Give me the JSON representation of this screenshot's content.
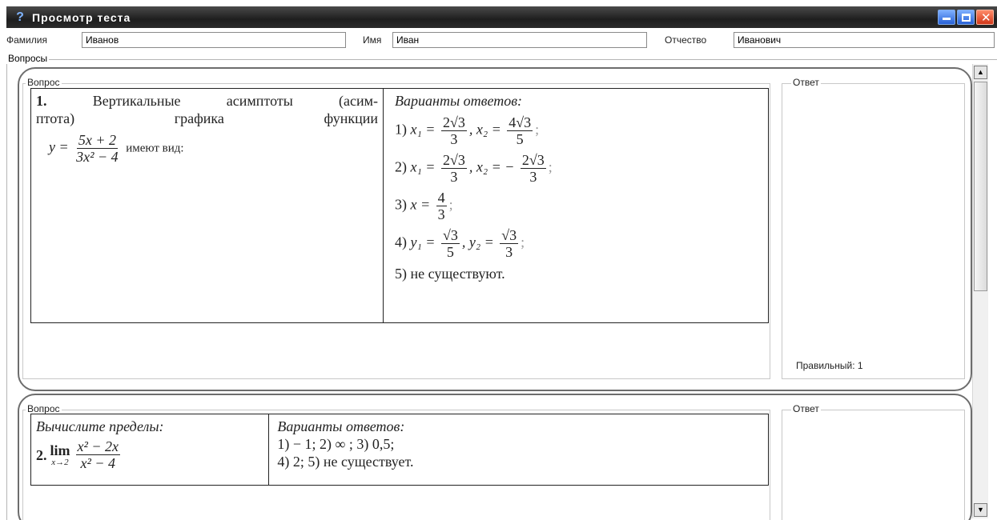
{
  "window": {
    "title": "Просмотр теста",
    "icon": "help-question-icon"
  },
  "fields": {
    "surname_label": "Фамилия",
    "surname_value": "Иванов",
    "name_label": "Имя",
    "name_value": "Иван",
    "patronymic_label": "Отчество",
    "patronymic_value": "Иванович"
  },
  "questions_group": {
    "label": "Вопросы"
  },
  "question1": {
    "legend": "Вопрос",
    "answer_legend": "Ответ",
    "number": "1.",
    "text_l1": "Вертикальные асимптоты (асим-",
    "text_l2": "птота) графика функции",
    "func_y": "y =",
    "func_num": "5x + 2",
    "func_den": "3x² − 4",
    "func_suffix": "имеют вид:",
    "options_title": "Варианты ответов:",
    "opt1_n": "1)",
    "opt1_a": "x₁ =",
    "opt1_f1n": "2√3",
    "opt1_f1d": "3",
    "opt1_b": ", x₂ =",
    "opt1_f2n": "4√3",
    "opt1_f2d": "5",
    "opt2_n": "2)",
    "opt2_a": "x₁ =",
    "opt2_f1n": "2√3",
    "opt2_f1d": "3",
    "opt2_b": ", x₂ = −",
    "opt2_f2n": "2√3",
    "opt2_f2d": "3",
    "opt3_n": "3)",
    "opt3_a": "x =",
    "opt3_fn": "4",
    "opt3_fd": "3",
    "opt4_n": "4)",
    "opt4_a": "y₁ =",
    "opt4_f1n": "√3",
    "opt4_f1d": "5",
    "opt4_b": ", y₂ =",
    "opt4_f2n": "√3",
    "opt4_f2d": "3",
    "opt5": "5) не существуют.",
    "correct": "Правильный: 1"
  },
  "question2": {
    "legend": "Вопрос",
    "answer_legend": "Ответ",
    "prompt": "Вычислите пределы:",
    "number": "2.",
    "lim": "lim",
    "lim_sub": "x→2",
    "frac_num": "x² − 2x",
    "frac_den": "x² − 4",
    "options_title": "Варианты ответов:",
    "options_l1": "1) − 1; 2) ∞ ; 3) 0,5;",
    "options_l2": "4) 2; 5) не существует."
  },
  "scrollbar": {
    "up": "▲",
    "down": "▼"
  },
  "colors": {
    "titlebar": "#1e1e1e",
    "card_border": "#6d6d6d"
  }
}
